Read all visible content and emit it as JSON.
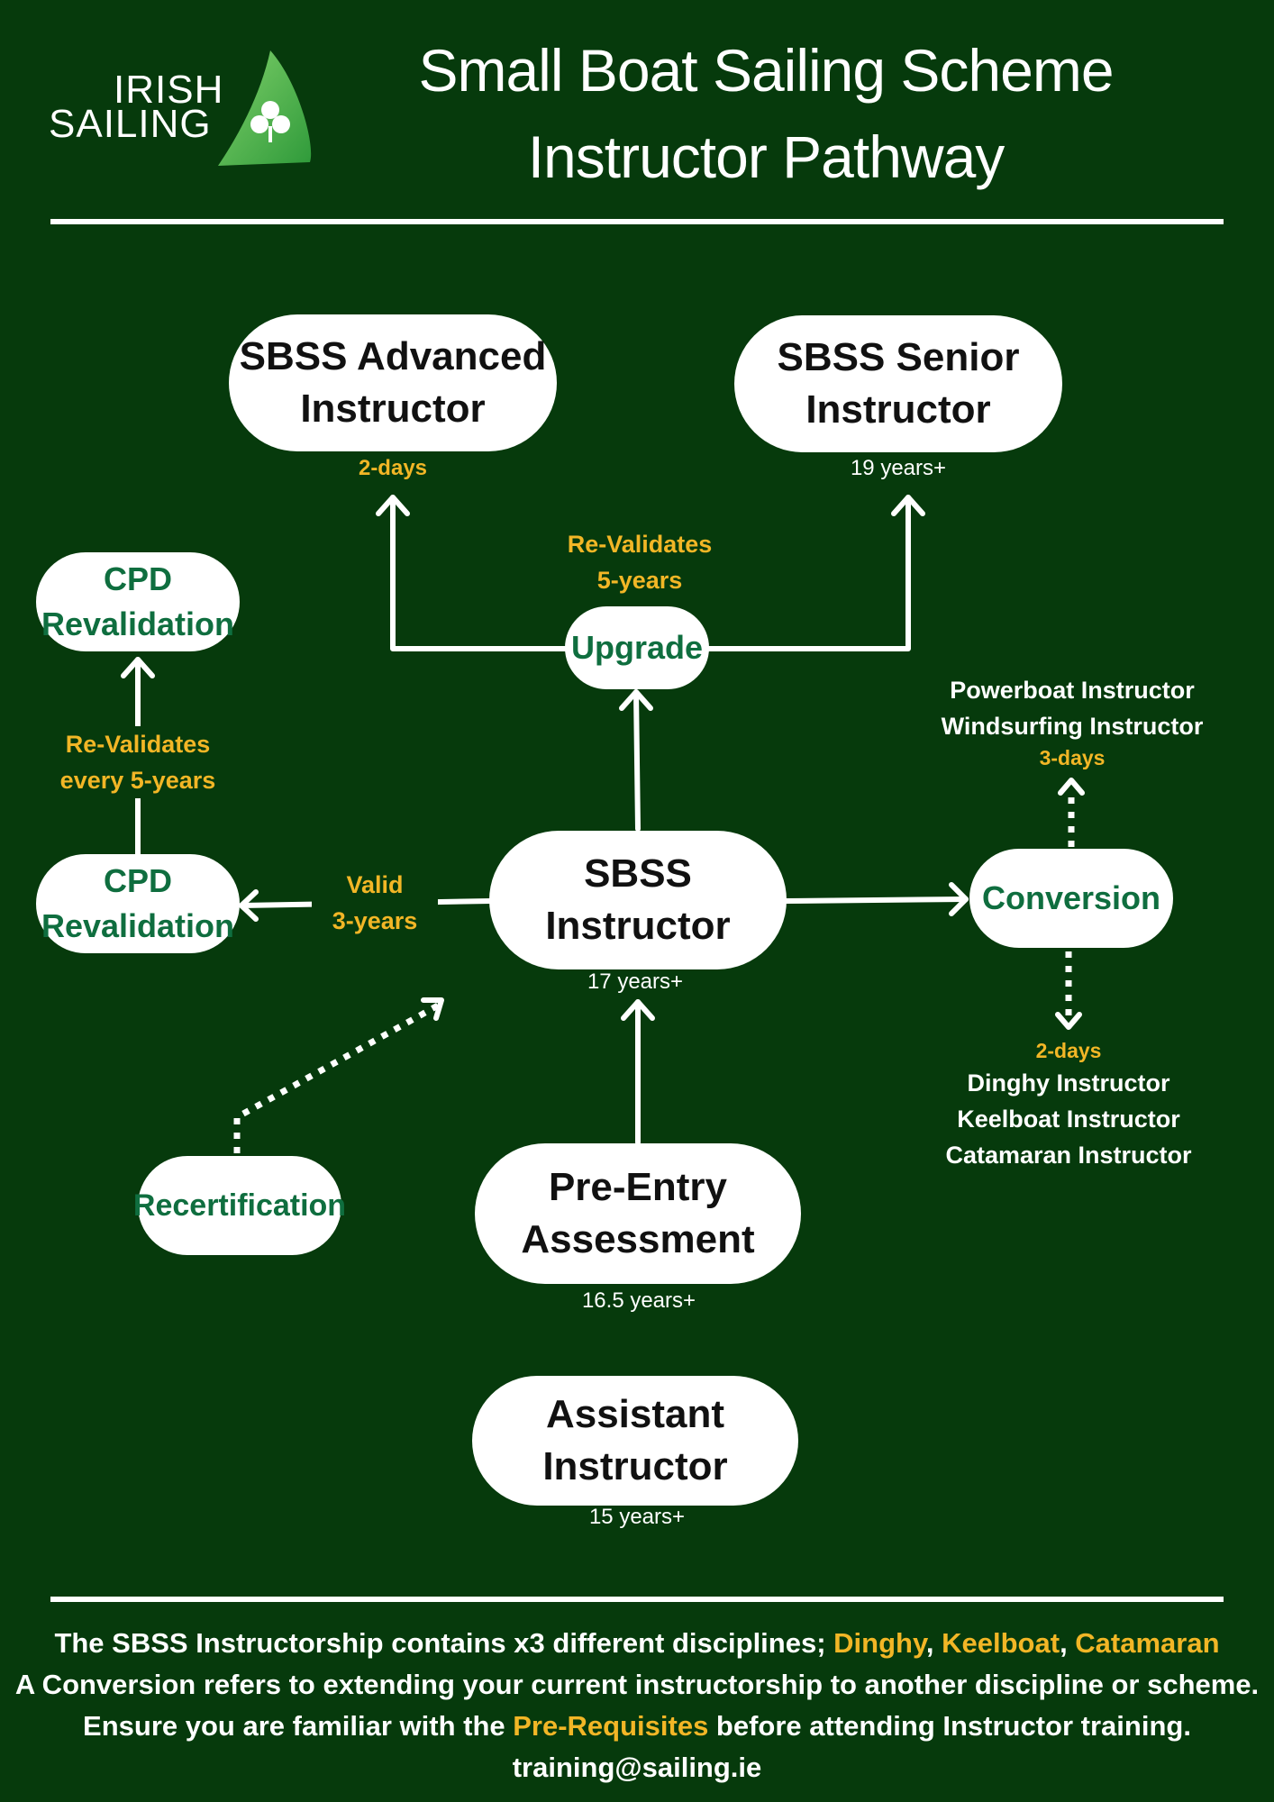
{
  "logo": {
    "line1": "IRISH",
    "line2": "SAILING",
    "name": "irish-sailing-logo"
  },
  "header": {
    "title_line1": "Small Boat Sailing Scheme",
    "title_line2": "Instructor Pathway"
  },
  "nodes": {
    "advanced": {
      "line1": "SBSS Advanced",
      "line2": "Instructor",
      "note": "2-days"
    },
    "senior": {
      "line1": "SBSS Senior",
      "line2": "Instructor",
      "note": "19 years+"
    },
    "upgrade": {
      "label": "Upgrade",
      "note_line1": "Re-Validates",
      "note_line2": "5-years"
    },
    "cpd_top": {
      "line1": "CPD",
      "line2": "Revalidation"
    },
    "cpd_bottom": {
      "line1": "CPD",
      "line2": "Revalidation"
    },
    "cpd_link": {
      "line1": "Re-Validates",
      "line2": "every 5-years"
    },
    "instructor": {
      "line1": "SBSS",
      "line2": "Instructor",
      "note": "17 years+"
    },
    "valid": {
      "line1": "Valid",
      "line2": "3-years"
    },
    "conversion": {
      "label": "Conversion"
    },
    "conversion_up": {
      "line1": "Powerboat Instructor",
      "line2": "Windsurfing Instructor",
      "days": "3-days"
    },
    "conversion_down": {
      "days": "2-days",
      "line1": "Dinghy Instructor",
      "line2": "Keelboat Instructor",
      "line3": "Catamaran Instructor"
    },
    "recertification": {
      "label": "Recertification"
    },
    "preentry": {
      "line1": "Pre-Entry",
      "line2": "Assessment",
      "note": "16.5 years+"
    },
    "assistant": {
      "line1": "Assistant",
      "line2": "Instructor",
      "note": "15 years+"
    }
  },
  "footer": {
    "line1_a": "The SBSS Instructorship contains x3 different disciplines; ",
    "line1_d1": "Dinghy",
    "line1_sep1": ", ",
    "line1_d2": "Keelboat",
    "line1_sep2": ", ",
    "line1_d3": "Catamaran",
    "line2": "A Conversion refers to extending your current instructorship to another discipline or scheme.",
    "line3_a": "Ensure you are familiar with the ",
    "line3_hl": "Pre-Requisites",
    "line3_b": " before attending Instructor training.",
    "line4": "training@sailing.ie"
  },
  "colors": {
    "background": "#063a0c",
    "accent_yellow": "#f2b626",
    "node_green": "#0f6e3f"
  }
}
